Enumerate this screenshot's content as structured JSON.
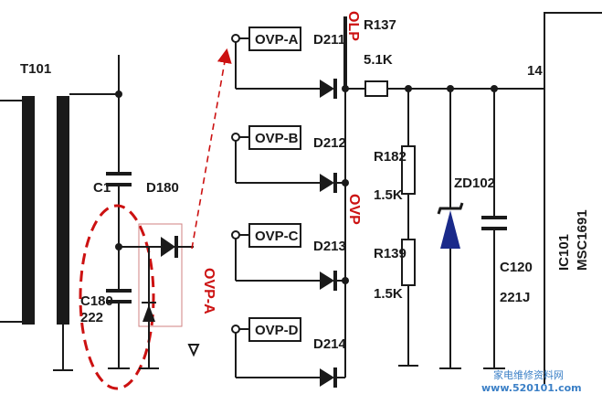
{
  "labels": {
    "transformer": "T101",
    "c1": "C1",
    "c180": "C180",
    "c180_value": "222",
    "d180": "D180",
    "ovp_a_vertical": "OVP-A",
    "ovp_a": "OVP-A",
    "ovp_b": "OVP-B",
    "ovp_c": "OVP-C",
    "ovp_d": "OVP-D",
    "d211": "D211",
    "d212": "D212",
    "d213": "D213",
    "d214": "D214",
    "olp": "OLP",
    "ovp": "OVP",
    "r137": "R137",
    "r137_value": "5.1K",
    "r182": "R182",
    "r182_value": "1.5K",
    "r139": "R139",
    "r139_value": "1.5K",
    "zd102": "ZD102",
    "c120": "C120",
    "c120_value": "221J",
    "pin": "14",
    "ic_ref": "IC101",
    "ic_part": "MSC1691"
  },
  "watermark": "家电维修资料网",
  "watermark_url": "www.520101.com",
  "colors": {
    "wire": "#1a1a1a",
    "annotation": "#cc1111",
    "zener": "#1a2a8a",
    "watermark": "#3a7fc6"
  },
  "icons": [
    "diode-icon",
    "zener-diode-icon",
    "capacitor-icon",
    "resistor-icon",
    "transformer-icon",
    "ground-arrow-icon"
  ]
}
